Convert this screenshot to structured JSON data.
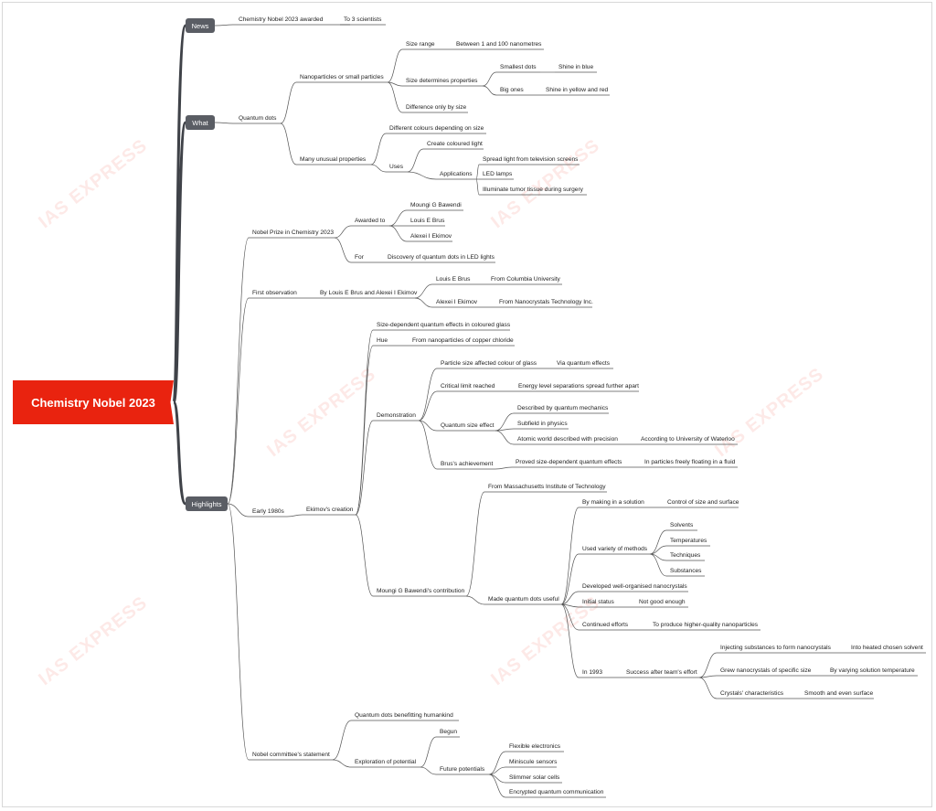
{
  "root": "Chemistry Nobel 2023",
  "watermark": "IAS EXPRESS",
  "categories": {
    "news": "News",
    "what": "What",
    "highlights": "Highlights"
  },
  "news": {
    "n1": "Chemistry Nobel 2023 awarded",
    "n2": "To 3 scientists"
  },
  "what": {
    "qd": "Quantum dots",
    "nano": "Nanoparticles or small particles",
    "size_range": "Size range",
    "size_val": "Between 1 and 100 nanometres",
    "size_det": "Size determines properties",
    "smallest": "Smallest dots",
    "blue": "Shine in blue",
    "big": "Big ones",
    "yellow": "Shine in yellow and red",
    "diff": "Difference only by size",
    "unusual": "Many unusual properties",
    "colours": "Different colours depending on size",
    "uses": "Uses",
    "coloured_light": "Create coloured light",
    "applications": "Applications",
    "tv": "Spread light from television screens",
    "led": "LED lamps",
    "tumor": "Illuminate tumor tissue during surgery"
  },
  "highlights": {
    "prize": "Nobel Prize in Chemistry 2023",
    "awarded_to": "Awarded to",
    "bawendi": "Moungi G Bawendi",
    "brus": "Louis E Brus",
    "ekimov": "Alexei I Ekimov",
    "for": "For",
    "for_val": "Discovery of quantum dots in LED lights",
    "first_obs": "First observation",
    "by": "By Louis E Brus and Alexei I Ekimov",
    "brus2": "Louis E Brus",
    "columbia": "From Columbia University",
    "ekimov2": "Alexei I Ekimov",
    "nanocrystals_tech": "From Nanocrystals Technology Inc.",
    "early": "Early 1980s",
    "creation": "Ekimov's creation",
    "sdq": "Size-dependent quantum effects in coloured glass",
    "hue": "Hue",
    "hue_val": "From nanoparticles of copper chloride",
    "demo": "Demonstration",
    "psize": "Particle size affected colour of glass",
    "via": "Via quantum effects",
    "critical": "Critical limit reached",
    "energy": "Energy level separations spread further apart",
    "qse": "Quantum size effect",
    "qm": "Described by quantum mechanics",
    "subfield": "Subfield in physics",
    "atomic": "Atomic world described with precision",
    "waterloo": "According to University of Waterloo",
    "brus_ach": "Brus's achievement",
    "proved": "Proved size-dependent quantum effects",
    "fluid": "In particles freely floating in a fluid",
    "bawendi_contrib": "Moungi G Bawendi's contribution",
    "mit": "From Massachusetts Institute of Technology",
    "made_useful": "Made quantum dots useful",
    "solution": "By making in a solution",
    "control": "Control of size and surface",
    "variety": "Used variety of methods",
    "solvents": "Solvents",
    "temps": "Temperatures",
    "techniques": "Techniques",
    "substances": "Substances",
    "developed": "Developed well-organised nanocrystals",
    "initial": "Initial status",
    "not_good": "Not good enough",
    "continued": "Continued efforts",
    "higher": "To produce higher-quality nanoparticles",
    "in1993": "In 1993",
    "success": "Success after team's effort",
    "inject": "Injecting substances to form nanocrystals",
    "heated": "Into heated chosen solvent",
    "grew": "Grew nanocrystals of specific size",
    "varying": "By varying solution temperature",
    "crystals": "Crystals' characteristics",
    "smooth": "Smooth and even surface",
    "committee": "Nobel committee's statement",
    "benefit": "Quantum dots benefitting humankind",
    "exploration": "Exploration of potential",
    "begun": "Begun",
    "future": "Future potentials",
    "flexible": "Flexible electronics",
    "miniscule": "Miniscule sensors",
    "slimmer": "Slimmer solar cells",
    "encrypted": "Encrypted quantum communication"
  }
}
